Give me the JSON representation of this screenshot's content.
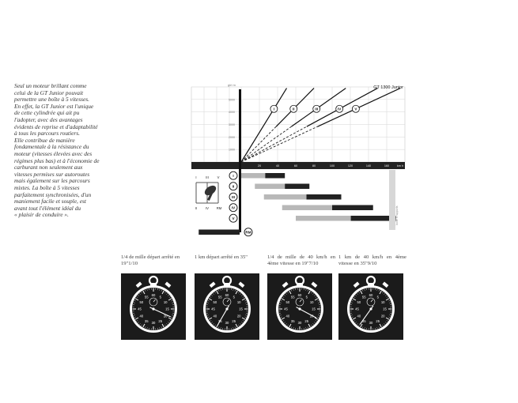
{
  "intro": {
    "text": "Seul un moteur brillant comme\ncelui de la GT Junior pouvait\npermettre une boîte à 5 vitesses.\nEn effet, la GT Junior est l'unique\nde cette cylindrée qui ait pu\nl'adopter, avec des avantages\névidents de reprise et d'adaptabilité\nà tous les parcours routiers.\nElle contribue de manière\nfondamentale à la résistance du\nmoteur (vitesses élevées avec des\nrégimes plus bas) et à l'économie de\ncarburant non seulement aux\nvitesses permises sur autoroutes\nmais également sur les parcours\nmixtes. La boîte à 5 vitesses\nparfaitement synchronisées, d'un\nmaniement facile et souple, est\navant tout l'élément idéal du\n« plaisir de conduire »."
  },
  "chart_data": {
    "type": "line",
    "title": "GT 1300 Junior",
    "ylabel": "giri m",
    "xlabel": "km h",
    "y_ticks": [
      "5000",
      "4000",
      "3000",
      "2000",
      "1000"
    ],
    "x_ticks": [
      "20",
      "40",
      "60",
      "80",
      "100",
      "120",
      "140",
      "160",
      "km h"
    ],
    "ylim": [
      0,
      6000
    ],
    "xlim": [
      0,
      180
    ],
    "series": [
      {
        "name": "I",
        "x": [
          0,
          50
        ],
        "y": [
          0,
          5900
        ]
      },
      {
        "name": "II",
        "x": [
          0,
          80
        ],
        "y": [
          0,
          5900
        ]
      },
      {
        "name": "III",
        "x": [
          0,
          115
        ],
        "y": [
          0,
          5900
        ]
      },
      {
        "name": "IV",
        "x": [
          0,
          150
        ],
        "y": [
          0,
          5900
        ]
      },
      {
        "name": "V",
        "x": [
          0,
          175
        ],
        "y": [
          0,
          5900
        ]
      }
    ],
    "gear_labels": [
      "I",
      "II",
      "III",
      "IV",
      "V",
      "RM"
    ],
    "gear_bars": [
      {
        "gear": "I",
        "from": 0,
        "to": 48
      },
      {
        "gear": "II",
        "from": 15,
        "to": 75
      },
      {
        "gear": "III",
        "from": 25,
        "to": 110
      },
      {
        "gear": "IV",
        "from": 45,
        "to": 145
      },
      {
        "gear": "V",
        "from": 60,
        "to": 170
      },
      {
        "gear": "RM",
        "from": -45,
        "to": 0
      }
    ],
    "side_note": "boîte 5 rapports"
  },
  "shifter": {
    "labels": [
      "I",
      "III",
      "V",
      "II",
      "IV",
      "RM"
    ]
  },
  "captions": [
    "1/4 de mille départ arrêté en 19\"1/10",
    "1 km départ arrêté en 35\"",
    "1/4 de mille de 40 km/h en 4ème vitesse en 19\"7/10",
    "1 km de 40 km/h en 4ème vitesse en 35\"9/10"
  ],
  "watch_times_seconds": [
    19.1,
    35,
    19.7,
    35.9
  ],
  "watch_dial_numbers": [
    "60",
    "5",
    "10",
    "15",
    "20",
    "25",
    "30",
    "35",
    "40",
    "45",
    "50",
    "55"
  ]
}
